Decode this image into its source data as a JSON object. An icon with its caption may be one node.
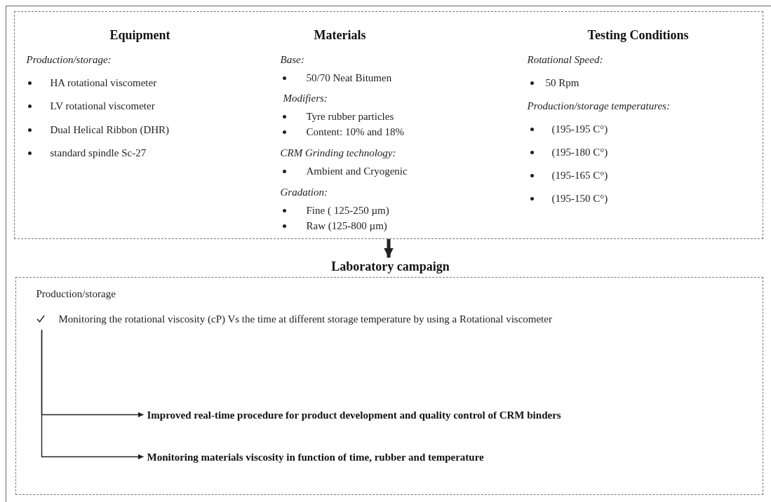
{
  "diagram": {
    "nodes": [
      {
        "text": [
          "Equipment",
          "Production/storage:",
          "HA rotational viscometer",
          "LV rotational viscometer",
          "Dual Helical Ribbon (DHR)",
          "standard spindle Sc-27",
          "Materials",
          "Base:",
          "50/70 Neat Bitumen",
          "Modifiers:",
          "Tyre rubber particles",
          "Content: 10% and 18%",
          "CRM Grinding technology:",
          "Ambient and Cryogenic",
          "Gradation:",
          "Fine ( 125-250 µm)",
          "Raw (125-800 µm)",
          "Testing Conditions",
          "Rotational Speed:",
          "50 Rpm",
          "Production/storage temperatures:",
          "(195-195 C°)",
          "(195-180 C°)",
          "(195-165 C°)",
          "(195-150 C°)"
        ]
      },
      {
        "text": [
          "Laboratory campaign",
          "Production/storage"
        ]
      },
      {
        "text": [
          "Monitoring the rotational viscosity (cP) Vs the time at different storage temperature by using a Rotational viscometer"
        ],
        "in": 1
      },
      {
        "text": [
          "Improved real-time procedure for product development and quality control of CRM binders"
        ],
        "in": 1
      },
      {
        "text": [
          "Monitoring materials viscosity in function of time, rubber and temperature"
        ],
        "in": 1
      }
    ],
    "edges": [
      {
        "from": 0,
        "to": 1,
        "arrow": "to",
        "style": "thick"
      },
      {
        "from": 2,
        "to": 3,
        "arrow": "to"
      },
      {
        "from": 2,
        "to": 4,
        "arrow": "to"
      }
    ]
  }
}
